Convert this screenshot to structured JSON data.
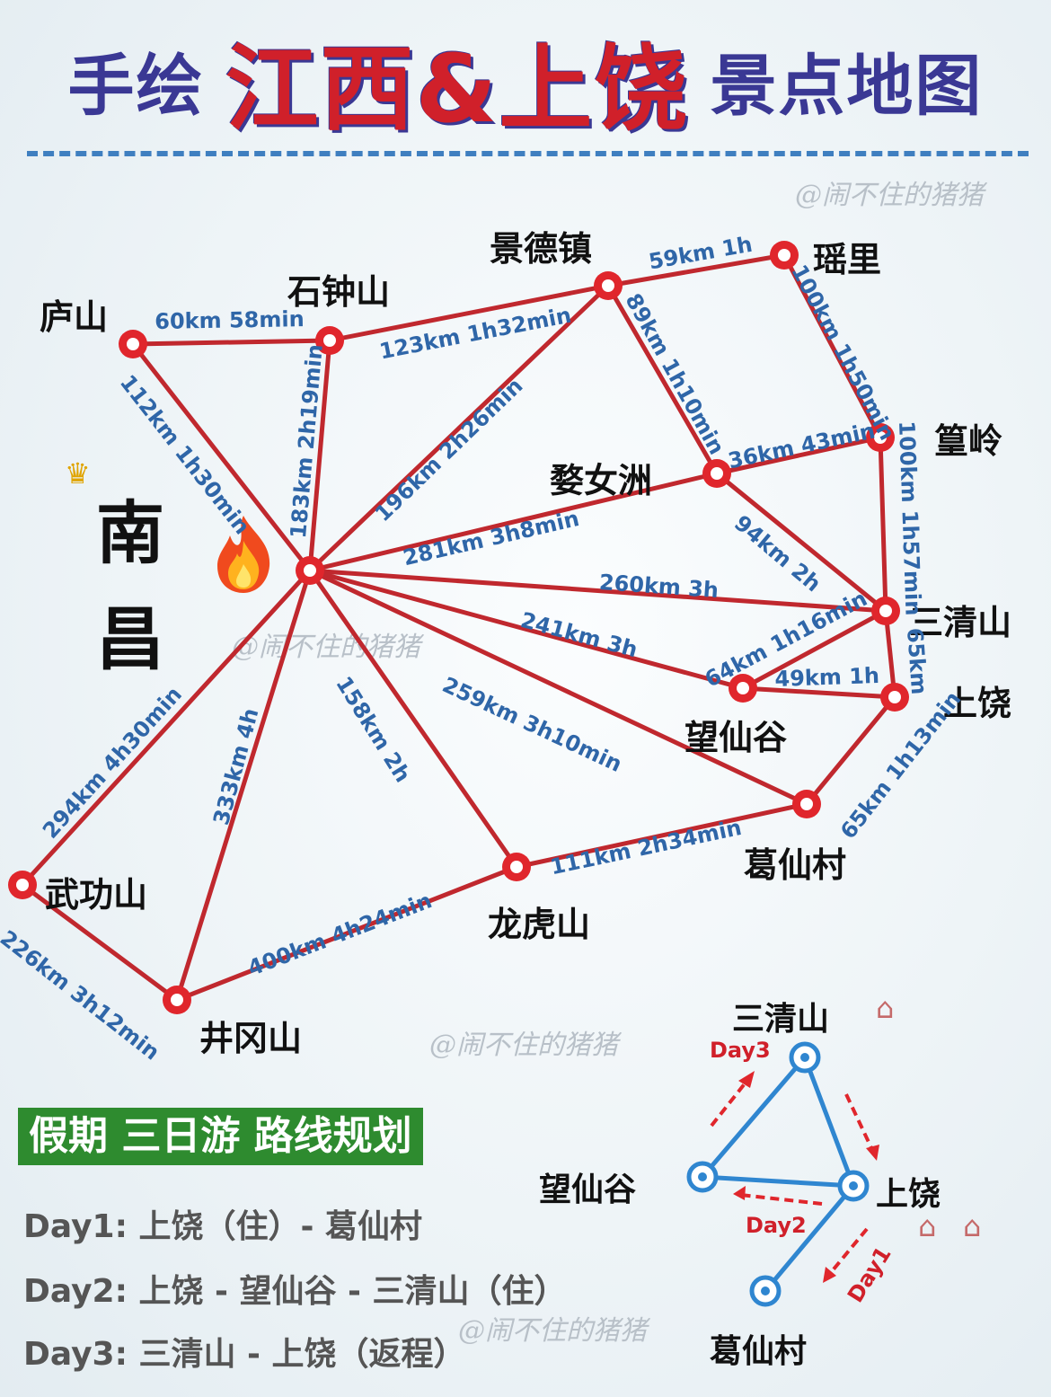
{
  "title": {
    "prefix": "手绘",
    "highlight": "江西&上饶",
    "suffix": "景点地图"
  },
  "watermark": "@闹不住的猪猪",
  "capital": {
    "line1": "南",
    "line2": "昌",
    "crown_icon": "crown-icon",
    "fire_icon": "fire-icon"
  },
  "colors": {
    "title_blue": "#3a3894",
    "title_red": "#d0202a",
    "route_red": "#c0282e",
    "distance_blue": "#2f66a8",
    "plan_green": "#2e8b2f",
    "itinerary_blue": "#2f86d0"
  },
  "cities": {
    "lushan": "庐山",
    "shizhongshan": "石钟山",
    "jingdezhen": "景德镇",
    "yaoli": "瑶里",
    "huangling": "篁岭",
    "wuyuan": "婺女洲",
    "sanqingshan": "三清山",
    "shangrao": "上饶",
    "wangxiangu": "望仙谷",
    "gexiancun": "葛仙村",
    "longhushan": "龙虎山",
    "wugongshan": "武功山",
    "jinggangshan": "井冈山"
  },
  "distances": {
    "lushan_shizhong": "60km 58min",
    "shizhong_jingde": "123km 1h32min",
    "jingde_yaoli": "59km 1h",
    "lushan_nanchang": "112km 1h30min",
    "shizhong_nanchang": "183km 2h19min",
    "nanchang_jingde": "196km 2h26min",
    "jingde_wuyuan": "89km 1h10min",
    "yaoli_huangling": "100km 1h50min",
    "wuyuan_huangling": "36km 43min",
    "huangling_sanqing": "100km 1h57min",
    "nanchang_wuyuan": "281km 3h8min",
    "wuyuan_sanqing": "94km 2h",
    "nanchang_sanqing": "260km 3h",
    "nanchang_wangxian": "241km 3h",
    "wangxian_sanqing": "64km 1h16min",
    "sanqing_shangrao": "65km",
    "wangxian_shangrao": "49km 1h",
    "nanchang_gexian": "259km 3h10min",
    "shangrao_gexian": "65km 1h13min",
    "nanchang_longhu": "158km 2h",
    "longhu_gexian": "111km 2h34min",
    "nanchang_wugong": "294km 4h30min",
    "nanchang_jinggang": "333km 4h",
    "wugong_jinggang": "226km 3h12min",
    "jinggang_longhu": "400km 4h24min"
  },
  "plan": {
    "heading": "假期 三日游 路线规划",
    "day1": "Day1: 上饶（住）- 葛仙村",
    "day2": "Day2: 上饶 - 望仙谷 - 三清山（住）",
    "day3": "Day3: 三清山 - 上饶（返程）"
  },
  "itinerary": {
    "sanqing": "三清山",
    "wangxiangu": "望仙谷",
    "shangrao": "上饶",
    "gexiancun": "葛仙村",
    "day1": "Day1",
    "day2": "Day2",
    "day3": "Day3",
    "house_icon": "house-icon"
  }
}
